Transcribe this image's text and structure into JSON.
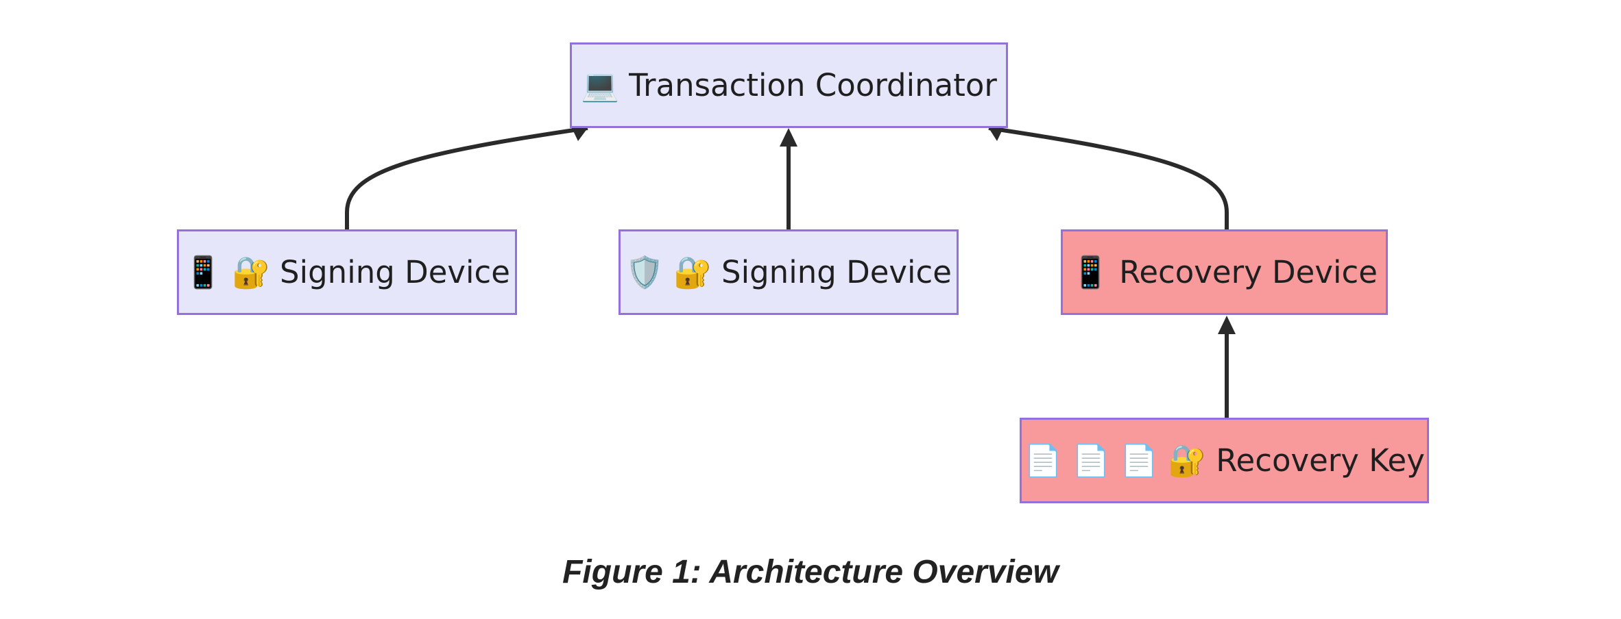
{
  "diagram": {
    "type": "flowchart",
    "direction": "bottom-to-top",
    "nodes": [
      {
        "id": "coordinator",
        "label": "Transaction Coordinator",
        "icons": [
          "laptop-icon"
        ],
        "style": "default"
      },
      {
        "id": "signing1",
        "label": "Signing Device",
        "icons": [
          "mobile-phone-icon",
          "locked-with-key-icon"
        ],
        "style": "default"
      },
      {
        "id": "signing2",
        "label": "Signing Device",
        "icons": [
          "shield-icon",
          "locked-with-key-icon"
        ],
        "style": "default"
      },
      {
        "id": "recovery_device",
        "label": "Recovery Device",
        "icons": [
          "mobile-phone-icon"
        ],
        "style": "recovery"
      },
      {
        "id": "recovery_key",
        "label": "Recovery Key",
        "icons": [
          "page-icon",
          "page-icon",
          "page-icon",
          "locked-with-key-icon"
        ],
        "style": "recovery"
      }
    ],
    "edges": [
      {
        "from": "signing1",
        "to": "coordinator"
      },
      {
        "from": "signing2",
        "to": "coordinator"
      },
      {
        "from": "recovery_device",
        "to": "coordinator"
      },
      {
        "from": "recovery_key",
        "to": "recovery_device"
      }
    ],
    "colors": {
      "node_fill": "#e6e6fa",
      "node_border": "#9370db",
      "recovery_fill": "#f8999b",
      "edge": "#2a2a2a",
      "text": "#1f1f1f"
    }
  },
  "icon_glyphs": {
    "laptop-icon": "💻",
    "mobile-phone-icon": "📱",
    "locked-with-key-icon": "🔐",
    "shield-icon": "🛡️",
    "page-icon": "📄"
  },
  "caption": "Figure 1: Architecture Overview"
}
